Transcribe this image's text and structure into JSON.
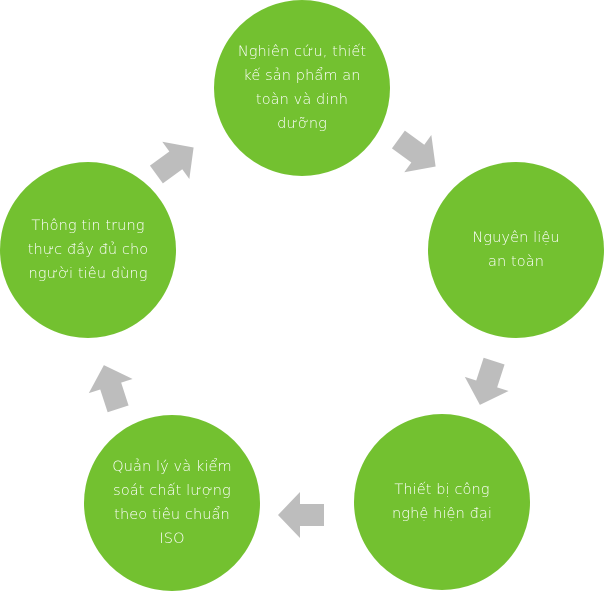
{
  "diagram": {
    "type": "cycle",
    "colors": {
      "node_fill": "#73C130",
      "node_text": "#FFFFFF",
      "arrow_fill": "#BDBDBD",
      "background": "#FFFFFF"
    },
    "nodes": [
      {
        "id": "research",
        "label": "Nghiên cứu, thiết kế sản phẩm an toàn và dinh dưỡng"
      },
      {
        "id": "ingredients",
        "label": "Nguyên liệu an toàn"
      },
      {
        "id": "equipment",
        "label": "Thiết bị công nghệ hiện đại"
      },
      {
        "id": "quality",
        "label": "Quản lý và kiểm soát chất lượng theo tiêu chuẩn ISO"
      },
      {
        "id": "information",
        "label": "Thông tin trung thực đầy đủ cho người tiêu dùng"
      }
    ],
    "edges": [
      {
        "from": "research",
        "to": "ingredients",
        "icon": "arrow-icon"
      },
      {
        "from": "ingredients",
        "to": "equipment",
        "icon": "arrow-icon"
      },
      {
        "from": "equipment",
        "to": "quality",
        "icon": "arrow-icon"
      },
      {
        "from": "quality",
        "to": "information",
        "icon": "arrow-icon"
      },
      {
        "from": "information",
        "to": "research",
        "icon": "arrow-icon"
      }
    ]
  }
}
